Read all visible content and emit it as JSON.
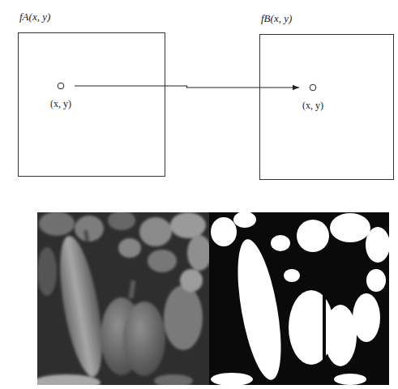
{
  "diagram": {
    "nodes": [
      {
        "text": [
          "fA(x, y)"
        ]
      },
      {
        "text": [
          "(x, y)"
        ],
        "in": 0
      },
      {
        "text": [
          "fB(x, y)"
        ]
      },
      {
        "text": [
          "(x, y)"
        ],
        "in": 2
      }
    ],
    "edges": [
      {
        "from": 1,
        "to": 3,
        "arrow": "to"
      }
    ]
  }
}
